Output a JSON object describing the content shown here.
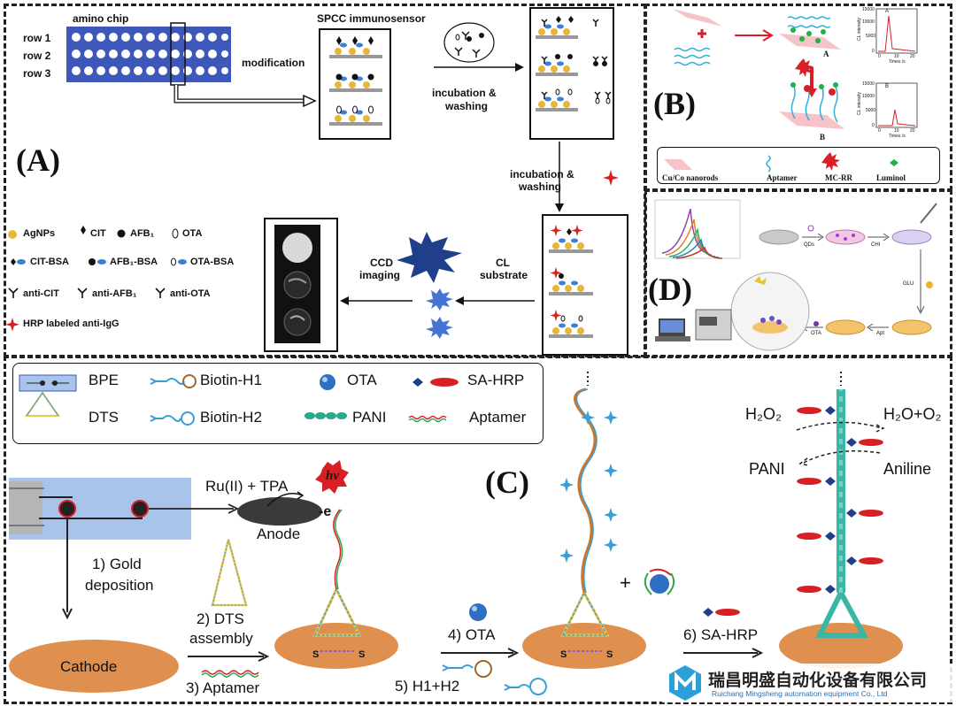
{
  "panelA": {
    "label": "(A)",
    "chip_title": "amino chip",
    "rows": [
      "row 1",
      "row 2",
      "row 3"
    ],
    "modification": "modification",
    "spcc_title": "SPCC immunosensor",
    "incubation1": [
      "incubation &",
      "washing"
    ],
    "incubation2": [
      "incubation &",
      "washing"
    ],
    "cl_substrate": [
      "CL",
      "substrate"
    ],
    "ccd_imaging": [
      "CCD",
      "imaging"
    ],
    "legend": {
      "agnps": "AgNPs",
      "cit": "CIT",
      "afb1": "AFB₁",
      "ota": "OTA",
      "cit_bsa": "CIT-BSA",
      "afb1_bsa": "AFB₁-BSA",
      "ota_bsa": "OTA-BSA",
      "anti_cit": "anti-CIT",
      "anti_afb1": "anti-AFB₁",
      "anti_ota": "anti-OTA",
      "hrp": "HRP labeled anti-IgG"
    }
  },
  "panelB": {
    "label": "(B)",
    "graphA_label": "A",
    "graphB_label": "B",
    "ylabel": "CL intensity",
    "xlabel": "Times /s",
    "yticks": [
      "15000",
      "10000",
      "5000",
      "0"
    ],
    "xticks": [
      "0",
      "10",
      "20"
    ],
    "stateA": "A",
    "stateB": "B",
    "legend": [
      "Cu/Co nanorods",
      "Aptamer",
      "MC-RR",
      "Luminol"
    ]
  },
  "panelD": {
    "label": "(D)",
    "steps": [
      "QDs",
      "CHI",
      "GLU",
      "Apt",
      "OTA"
    ]
  },
  "panelC": {
    "label": "(C)",
    "legend": {
      "bpe": "BPE",
      "biotin_h1": "Biotin-H1",
      "ota": "OTA",
      "sa_hrp": "SA-HRP",
      "dts": "DTS",
      "biotin_h2": "Biotin-H2",
      "pani": "PANI",
      "aptamer": "Aptamer"
    },
    "ru_tpa": "Ru(II) + TPA",
    "hv": "hv",
    "minus_e": "-e",
    "anode": "Anode",
    "step1": [
      "1) Gold",
      "deposition"
    ],
    "cathode": "Cathode",
    "step2": [
      "2) DTS",
      "assembly"
    ],
    "step3": "3) Aptamer",
    "step4": "4) OTA",
    "step5": "5) H1+H2",
    "step6": "6) SA-HRP",
    "plus": "+",
    "h2o2": "H₂O₂",
    "h2o_o2": "H₂O+O₂",
    "pani_out": "PANI",
    "aniline": "Aniline",
    "s": "S"
  },
  "watermark": {
    "company_cn": "瑞昌明盛自动化设备有限公司",
    "company_en": "Ruichang Mingsheng automation equipment Co., Ltd"
  },
  "colors": {
    "chip_blue": "#3d58b8",
    "cathode_orange": "#e0904e",
    "hrp_red": "#d91f26",
    "aptamer_blue": "#3a9fd8"
  }
}
